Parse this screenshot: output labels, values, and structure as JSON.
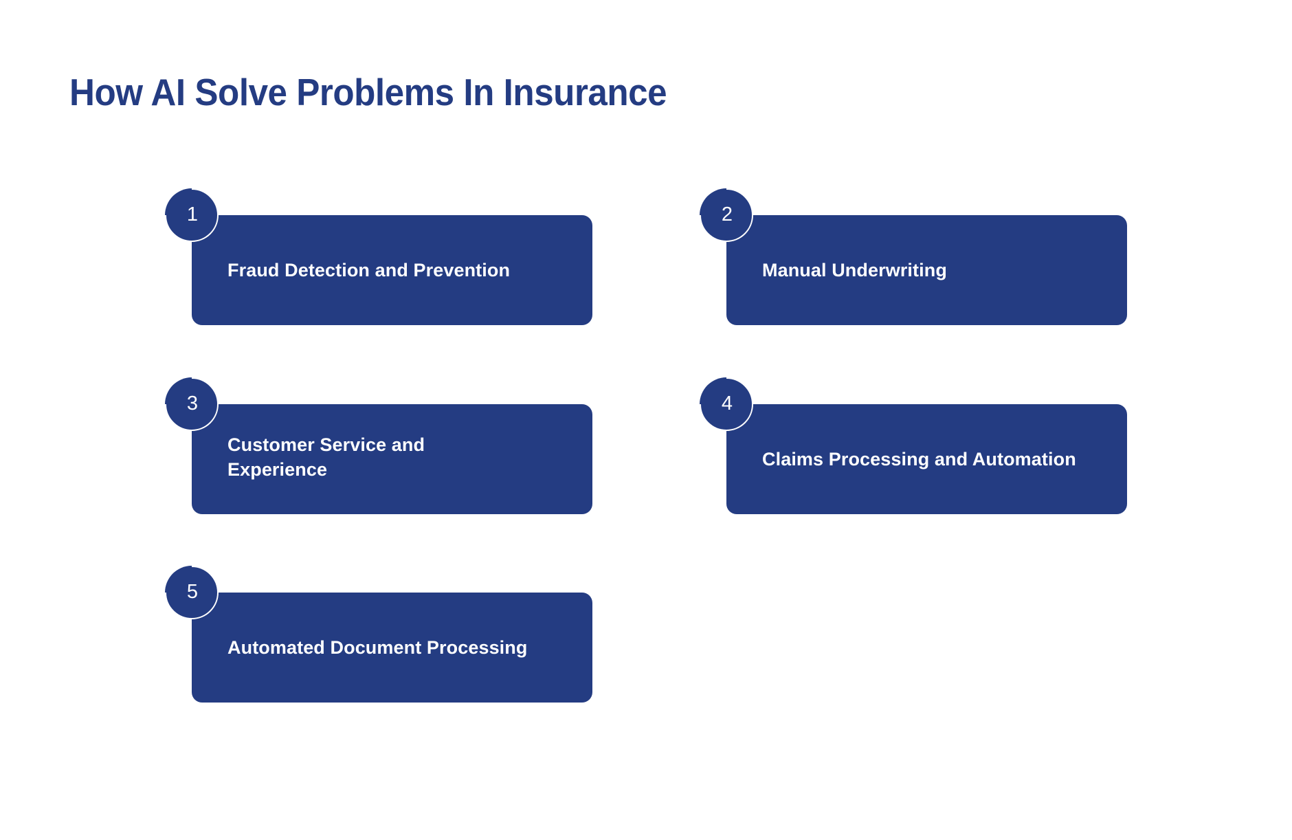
{
  "page": {
    "title": "How AI Solve Problems In Insurance",
    "background_color": "#ffffff",
    "brand_navy": "#243C82",
    "card_text_color": "#ffffff"
  },
  "cards": [
    {
      "number": "1",
      "label": "Fraud Detection and Prevention"
    },
    {
      "number": "2",
      "label": "Manual Underwriting"
    },
    {
      "number": "3",
      "label": "Customer Service and\nExperience"
    },
    {
      "number": "4",
      "label": "Claims Processing and Automation"
    },
    {
      "number": "5",
      "label": "Automated Document Processing"
    }
  ]
}
